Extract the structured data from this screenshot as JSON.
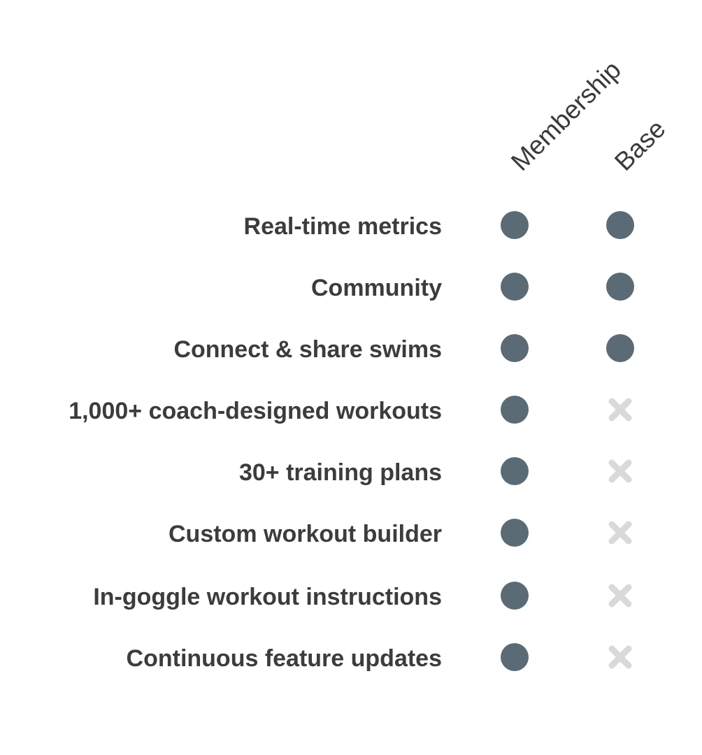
{
  "columns": [
    {
      "label": "Membership"
    },
    {
      "label": "Base"
    }
  ],
  "colors": {
    "included": "#5b6b75",
    "not_included": "#d9d9d9",
    "text": "#3c3c3c"
  },
  "rows": [
    {
      "feature": "Real-time metrics",
      "membership": "included-dot-icon",
      "base": "included-dot-icon"
    },
    {
      "feature": "Community",
      "membership": "included-dot-icon",
      "base": "included-dot-icon"
    },
    {
      "feature": "Connect & share swims",
      "membership": "included-dot-icon",
      "base": "included-dot-icon"
    },
    {
      "feature": "1,000+ coach-designed workouts",
      "membership": "included-dot-icon",
      "base": "not-included-x-icon"
    },
    {
      "feature": "30+ training plans",
      "membership": "included-dot-icon",
      "base": "not-included-x-icon"
    },
    {
      "feature": "Custom workout builder",
      "membership": "included-dot-icon",
      "base": "not-included-x-icon"
    },
    {
      "feature": "In-goggle workout instructions",
      "membership": "included-dot-icon",
      "base": "not-included-x-icon"
    },
    {
      "feature": "Continuous feature updates",
      "membership": "included-dot-icon",
      "base": "not-included-x-icon"
    }
  ]
}
